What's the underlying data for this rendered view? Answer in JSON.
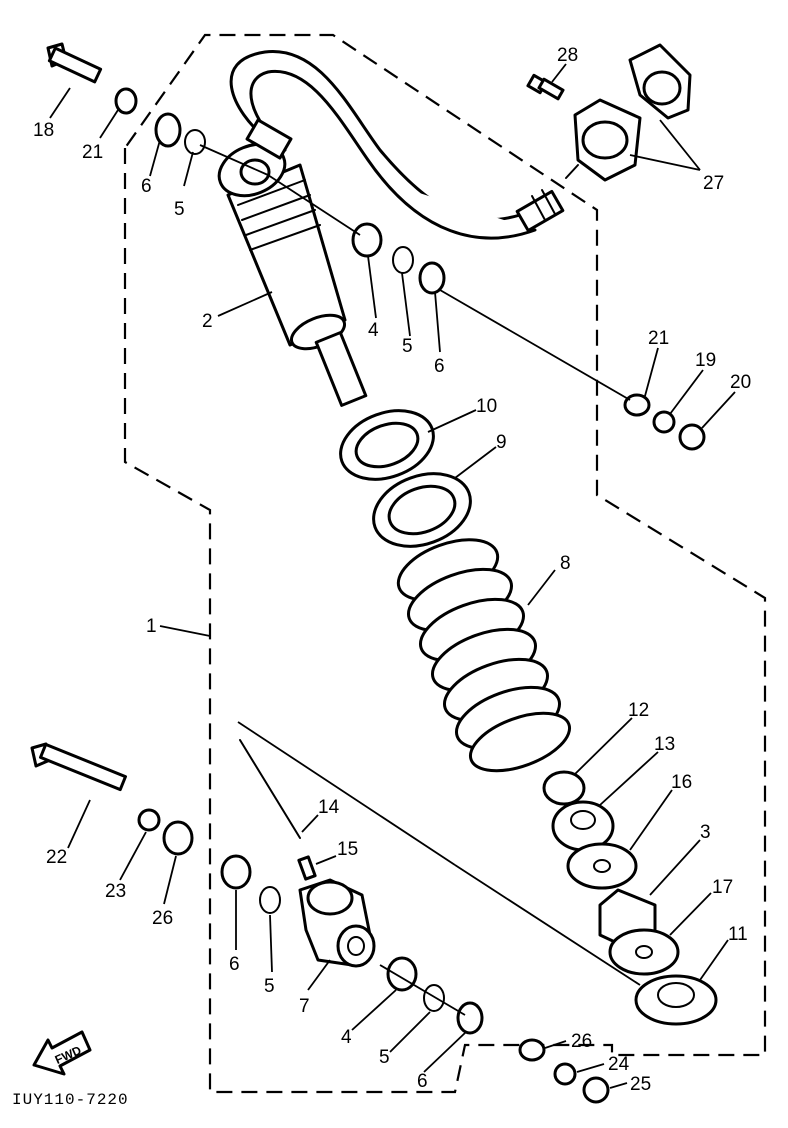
{
  "callouts": {
    "c1": "1",
    "c2": "2",
    "c3": "3",
    "c4a": "4",
    "c4b": "4",
    "c5a": "5",
    "c5b": "5",
    "c5c": "5",
    "c5d": "5",
    "c6a": "6",
    "c6b": "6",
    "c6c": "6",
    "c6d": "6",
    "c7": "7",
    "c8": "8",
    "c9": "9",
    "c10": "10",
    "c11": "11",
    "c12": "12",
    "c13": "13",
    "c14": "14",
    "c15": "15",
    "c16": "16",
    "c17": "17",
    "c18": "18",
    "c19": "19",
    "c20": "20",
    "c21a": "21",
    "c21b": "21",
    "c22": "22",
    "c23": "23",
    "c24": "24",
    "c25": "25",
    "c26a": "26",
    "c26b": "26",
    "c27": "27",
    "c28": "28"
  },
  "fwd_label": "FWD",
  "diagram_code": "IUY110-7220"
}
